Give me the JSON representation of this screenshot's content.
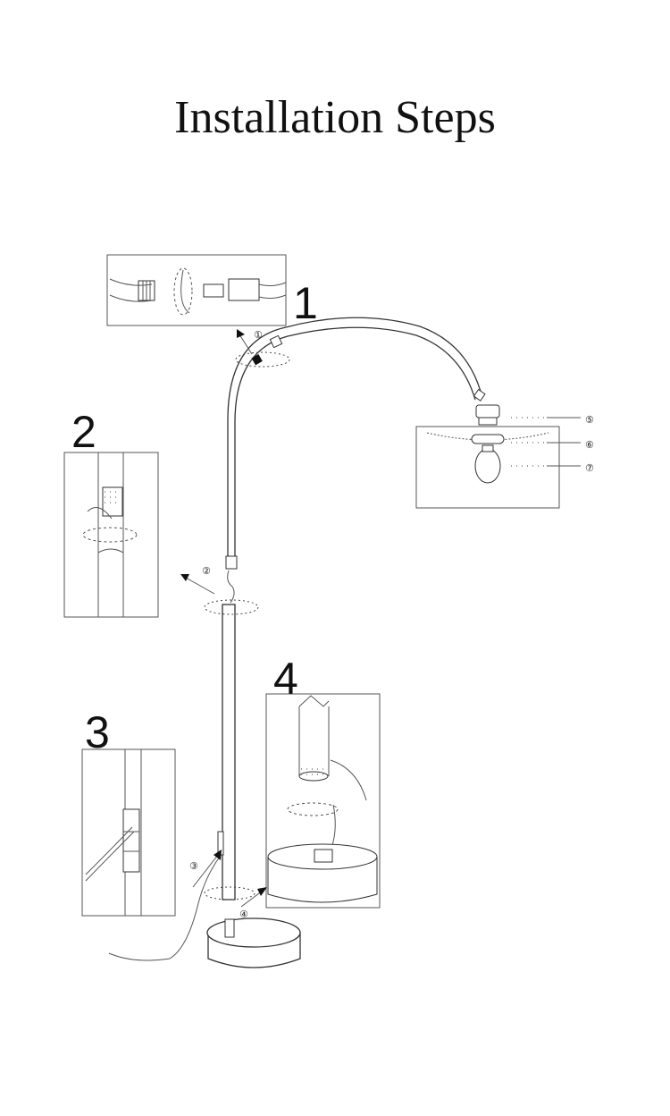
{
  "title": "Installation Steps",
  "steps": {
    "s1": "1",
    "s2": "2",
    "s3": "3",
    "s4": "4"
  },
  "callouts": {
    "c1": "①",
    "c2": "②",
    "c3": "③",
    "c4": "④",
    "c5": "⑤",
    "c6": "⑥",
    "c7": "⑦"
  }
}
